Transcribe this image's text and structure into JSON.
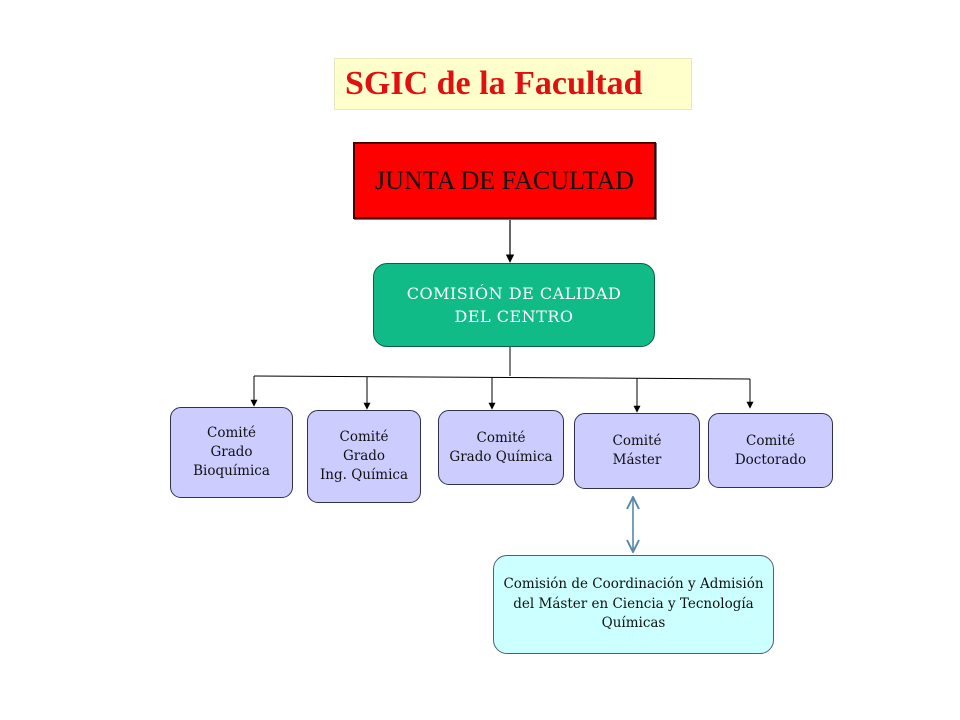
{
  "title": "SGIC de la Facultad",
  "junta": "JUNTA DE FACULTAD",
  "comision": "COMISIÓN DE CALIDAD\nDEL CENTRO",
  "comites": [
    "Comité\nGrado\nBioquímica",
    "Comité\nGrado\nIng. Química",
    "Comité\nGrado Química",
    "Comité\nMáster",
    "Comité\nDoctorado"
  ],
  "coordinacion": "Comisión de Coordinación y Admisión\ndel Máster en Ciencia y Tecnología\nQuímicas",
  "colors": {
    "title_text": "#e01010",
    "title_bg": "#ffffcc",
    "junta_bg": "#ff0000",
    "comision_bg": "#11bb88",
    "comite_bg": "#ccccff",
    "coord_bg": "#ccffff",
    "double_arrow": "#5588aa"
  }
}
